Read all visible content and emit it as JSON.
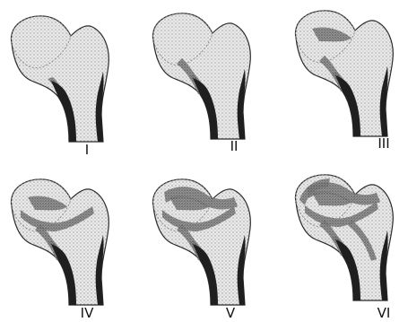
{
  "panels": [
    {
      "label": "I",
      "grade": 1
    },
    {
      "label": "II",
      "grade": 2
    },
    {
      "label": "III",
      "grade": 3
    },
    {
      "label": "IV",
      "grade": 4
    },
    {
      "label": "V",
      "grade": 5
    },
    {
      "label": "VI",
      "grade": 6
    }
  ],
  "colors": {
    "outline": "#2b2b2b",
    "bone_fill": "#e6e6e6",
    "cortex": "#1f1f1f",
    "trabecular": "#6e6e6e",
    "background": "#ffffff"
  }
}
